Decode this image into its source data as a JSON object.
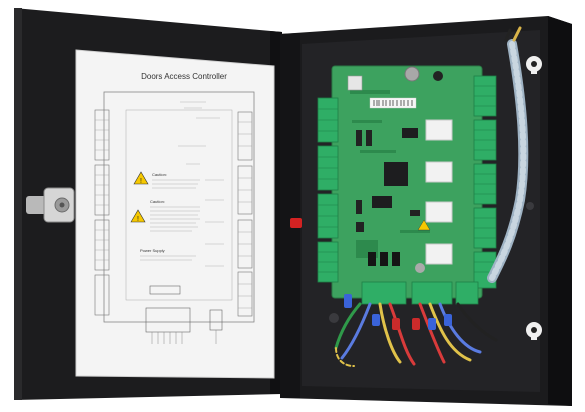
{
  "door_sticker": {
    "title": "Doors Access Controller",
    "caution_heading_1": "Caution:",
    "caution_heading_2": "Caution:",
    "power_heading": "Power Supply"
  },
  "colors": {
    "cabinet": "#1a1a1c",
    "board": "#3da25f",
    "terminal": "#2fae66",
    "relay": "#f2f2f2",
    "sticker": "#f4f4f4",
    "warning": "#f6c800"
  },
  "icons": [
    "warning-icon",
    "door-latch-icon",
    "keyhole-mount-icon"
  ]
}
